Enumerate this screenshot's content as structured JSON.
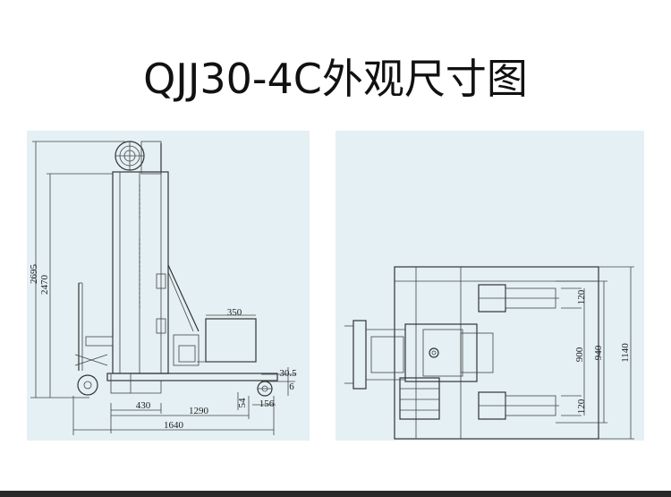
{
  "title": "QJJ30-4C外观尺寸图",
  "left_view": {
    "dims": {
      "d2695": "2695",
      "d2470": "2470",
      "d350": "350",
      "d30_5": "30.5",
      "d6": "6",
      "d430": "430",
      "d1290": "1290",
      "d54": "54",
      "d156": "156",
      "d1640": "1640"
    }
  },
  "right_view": {
    "dims": {
      "d120_top": "120",
      "d900": "900",
      "d940": "940",
      "d1140": "1140",
      "d120_bottom": "120"
    }
  },
  "colors": {
    "panel_bg": "#e4f0f4",
    "line": "#444444"
  }
}
